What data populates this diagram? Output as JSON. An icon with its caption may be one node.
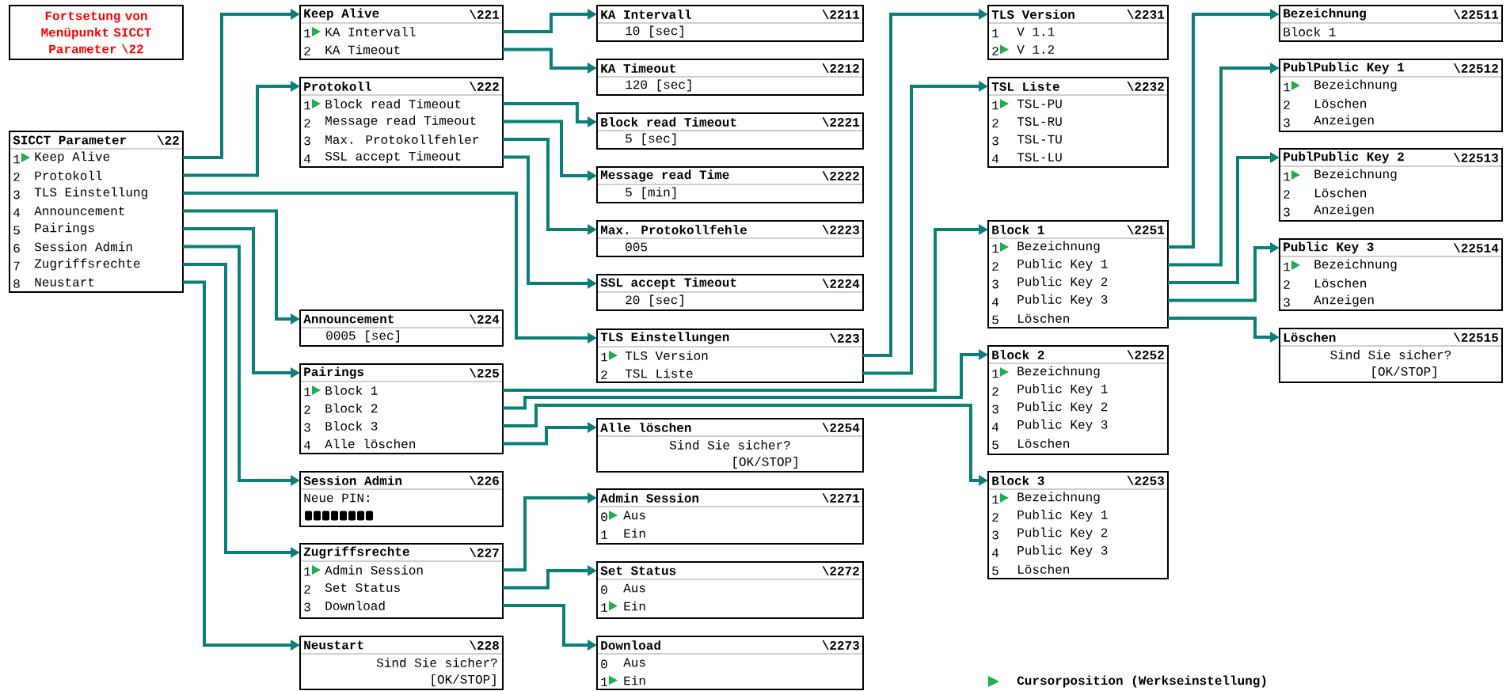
{
  "diagram": {
    "nodes": [
      {
        "text": [
          "Fortsetung von Menüpunkt SICCT Parameter \\22"
        ]
      },
      {
        "text": [
          "SICCT Parameter",
          "\\22",
          "1",
          "Keep Alive",
          "2",
          "Protokoll",
          "3",
          "TLS Einstellung",
          "4",
          "Announcement",
          "5",
          "Pairings",
          "6",
          "Session Admin",
          "7",
          "Zugriffsrechte",
          "8",
          "Neustart"
        ]
      },
      {
        "text": [
          "Keep Alive",
          "\\221",
          "1",
          "KA Intervall",
          "2",
          "KA Timeout"
        ]
      },
      {
        "text": [
          "Protokoll",
          "\\222",
          "1",
          "Block read Timeout",
          "2",
          "Message read Timeout",
          "3",
          "Max. Protokollfehler",
          "4",
          "SSL accept Timeout"
        ]
      },
      {
        "text": [
          "Announcement",
          "\\224",
          "0005 [sec]"
        ]
      },
      {
        "text": [
          "Pairings",
          "\\225",
          "1",
          "Block 1",
          "2",
          "Block 2",
          "3",
          "Block 3",
          "4",
          "Alle löschen"
        ]
      },
      {
        "text": [
          "Session Admin",
          "\\226",
          "Neue PIN:"
        ]
      },
      {
        "text": [
          "Zugriffsrechte",
          "\\227",
          "1",
          "Admin Session",
          "2",
          "Set Status",
          "3",
          "Download"
        ]
      },
      {
        "text": [
          "Neustart",
          "\\228",
          "Sind Sie sicher?",
          "[OK/STOP]"
        ]
      },
      {
        "text": [
          "KA Intervall",
          "\\2211",
          "10 [sec]"
        ]
      },
      {
        "text": [
          "KA Timeout",
          "\\2212",
          "120 [sec]"
        ]
      },
      {
        "text": [
          "Block read Timeout",
          "\\2221",
          "5 [sec]"
        ]
      },
      {
        "text": [
          "Message read Time",
          "\\2222",
          "5 [min]"
        ]
      },
      {
        "text": [
          "Max. Protokollfehle",
          "\\2223",
          "005"
        ]
      },
      {
        "text": [
          "SSL accept Timeout",
          "\\2224",
          "20 [sec]"
        ]
      },
      {
        "text": [
          "TLS Einstellungen",
          "\\223",
          "1",
          "TLS Version",
          "2",
          "TSL Liste"
        ]
      },
      {
        "text": [
          "Alle löschen",
          "\\2254",
          "Sind Sie sicher?",
          "[OK/STOP]"
        ]
      },
      {
        "text": [
          "Admin Session",
          "\\2271",
          "0",
          "Aus",
          "1",
          "Ein"
        ]
      },
      {
        "text": [
          "Set Status",
          "\\2272",
          "0",
          "Aus",
          "1",
          "Ein"
        ]
      },
      {
        "text": [
          "Download",
          "\\2273",
          "0",
          "Aus",
          "1",
          "Ein"
        ]
      },
      {
        "text": [
          "TLS Version",
          "\\2231",
          "1",
          "V 1.1",
          "2",
          "V 1.2"
        ]
      },
      {
        "text": [
          "TSL Liste",
          "\\2232",
          "1",
          "TSL-PU",
          "2",
          "TSL-RU",
          "3",
          "TSL-TU",
          "4",
          "TSL-LU"
        ]
      },
      {
        "text": [
          "Block 1",
          "\\2251",
          "1",
          "Bezeichnung",
          "2",
          "Public Key 1",
          "3",
          "Public Key 2",
          "4",
          "Public Key 3",
          "5",
          "Löschen"
        ]
      },
      {
        "text": [
          "Block 2",
          "\\2252",
          "1",
          "Bezeichnung",
          "2",
          "Public Key 1",
          "3",
          "Public Key 2",
          "4",
          "Public Key 3",
          "5",
          "Löschen"
        ]
      },
      {
        "text": [
          "Block 3",
          "\\2253",
          "1",
          "Bezeichnung",
          "2",
          "Public Key 1",
          "3",
          "Public Key 2",
          "4",
          "Public Key 3",
          "5",
          "Löschen"
        ]
      },
      {
        "text": [
          "Bezeichnung",
          "\\22511",
          "Block 1"
        ]
      },
      {
        "text": [
          "PublPublic Key 1",
          "\\22512",
          "1",
          "Bezeichnung",
          "2",
          "Löschen",
          "3",
          "Anzeigen"
        ]
      },
      {
        "text": [
          "PublPublic Key 2",
          "\\22513",
          "1",
          "Bezeichnung",
          "2",
          "Löschen",
          "3",
          "Anzeigen"
        ]
      },
      {
        "text": [
          "Public Key 3",
          "\\22514",
          "1",
          "Bezeichnung",
          "2",
          "Löschen",
          "3",
          "Anzeigen"
        ]
      },
      {
        "text": [
          "Löschen",
          "\\22515",
          "Sind Sie sicher?",
          "[OK/STOP]"
        ]
      }
    ],
    "edges": [
      {
        "from": 1,
        "to": 2,
        "arrow": "to"
      },
      {
        "from": 1,
        "to": 3,
        "arrow": "to"
      },
      {
        "from": 1,
        "to": 15,
        "arrow": "to"
      },
      {
        "from": 1,
        "to": 4,
        "arrow": "to"
      },
      {
        "from": 1,
        "to": 5,
        "arrow": "to"
      },
      {
        "from": 1,
        "to": 6,
        "arrow": "to"
      },
      {
        "from": 1,
        "to": 7,
        "arrow": "to"
      },
      {
        "from": 1,
        "to": 8,
        "arrow": "to"
      },
      {
        "from": 2,
        "to": 9,
        "arrow": "to"
      },
      {
        "from": 2,
        "to": 10,
        "arrow": "to"
      },
      {
        "from": 3,
        "to": 11,
        "arrow": "to"
      },
      {
        "from": 3,
        "to": 12,
        "arrow": "to"
      },
      {
        "from": 3,
        "to": 13,
        "arrow": "to"
      },
      {
        "from": 3,
        "to": 14,
        "arrow": "to"
      },
      {
        "from": 15,
        "to": 20,
        "arrow": "to"
      },
      {
        "from": 15,
        "to": 21,
        "arrow": "to"
      },
      {
        "from": 5,
        "to": 22,
        "arrow": "to"
      },
      {
        "from": 5,
        "to": 23,
        "arrow": "to"
      },
      {
        "from": 5,
        "to": 24,
        "arrow": "to"
      },
      {
        "from": 5,
        "to": 16,
        "arrow": "to"
      },
      {
        "from": 7,
        "to": 17,
        "arrow": "to"
      },
      {
        "from": 7,
        "to": 18,
        "arrow": "to"
      },
      {
        "from": 7,
        "to": 19,
        "arrow": "to"
      },
      {
        "from": 22,
        "to": 25,
        "arrow": "to"
      },
      {
        "from": 22,
        "to": 26,
        "arrow": "to"
      },
      {
        "from": 22,
        "to": 27,
        "arrow": "to"
      },
      {
        "from": 22,
        "to": 28,
        "arrow": "to"
      },
      {
        "from": 22,
        "to": 29,
        "arrow": "to"
      }
    ],
    "legend": [
      {
        "text": "Cursorposition (Werkseinstellung)"
      }
    ]
  }
}
